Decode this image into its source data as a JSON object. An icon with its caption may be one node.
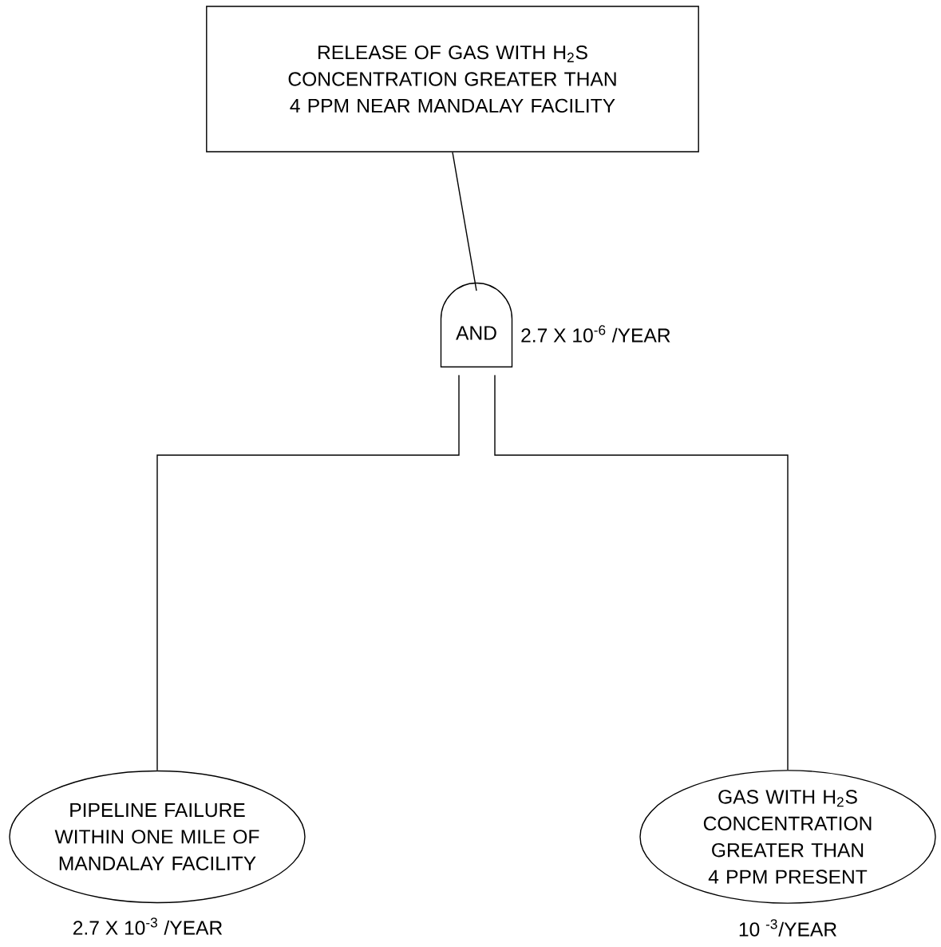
{
  "diagram": {
    "nodes": [
      {
        "text": [
          "RELEASE OF GAS WITH H$_{2}$S CONCENTRATION GREATER THAN 4 PPM NEAR MANDALAY FACILITY"
        ]
      },
      {
        "text": [
          "AND"
        ],
        "beside": [
          "2.7 X 10$^{-6}$ /YEAR"
        ]
      },
      {
        "text": [
          "PIPELINE FAILURE WITHIN ONE MILE OF MANDALAY FACILITY"
        ],
        "beside": [
          "2.7 X 10$^{-3}$ /YEAR"
        ]
      },
      {
        "text": [
          "GAS WITH H$_{2}$S CONCENTRATION GREATER THAN 4 PPM PRESENT"
        ],
        "beside": [
          "10 $^{-3}$/YEAR"
        ]
      }
    ],
    "edges": [
      {
        "from": 0,
        "to": 1,
        "arrow": "none"
      },
      {
        "from": 1,
        "to": 2,
        "arrow": "none"
      },
      {
        "from": 1,
        "to": 3,
        "arrow": "none"
      }
    ]
  }
}
